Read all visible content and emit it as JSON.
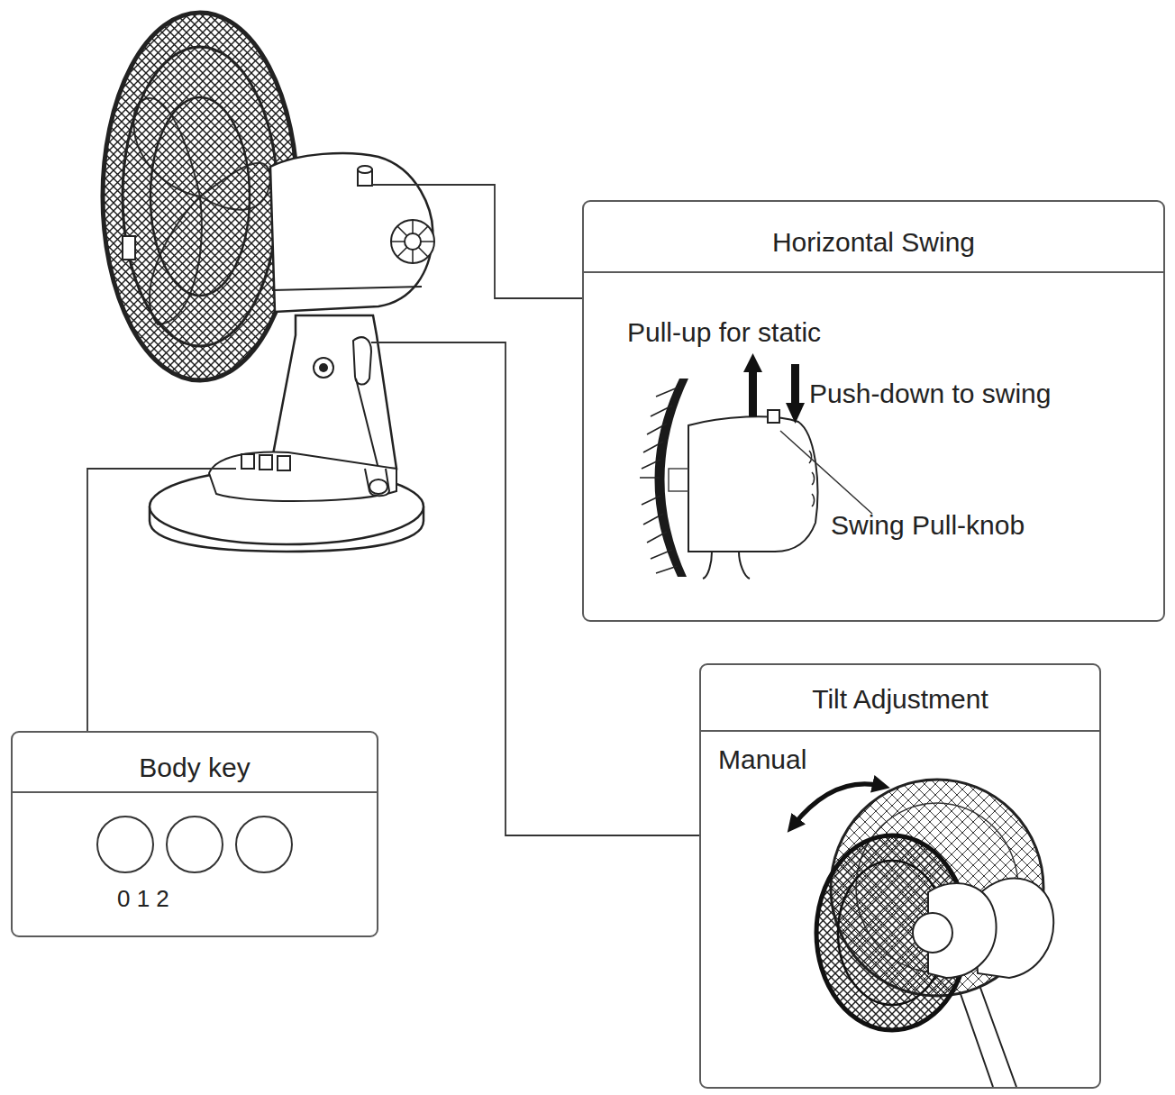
{
  "diagram": {
    "nodes": [
      {
        "text": [
          "Horizontal Swing",
          "Pull-up for static",
          "Push-down to swing",
          "Swing Pull-knob"
        ]
      },
      {
        "text": [
          "Tilt Adjustment",
          "Manual"
        ]
      },
      {
        "text": [
          "Body key",
          "0 1 2"
        ]
      }
    ]
  }
}
